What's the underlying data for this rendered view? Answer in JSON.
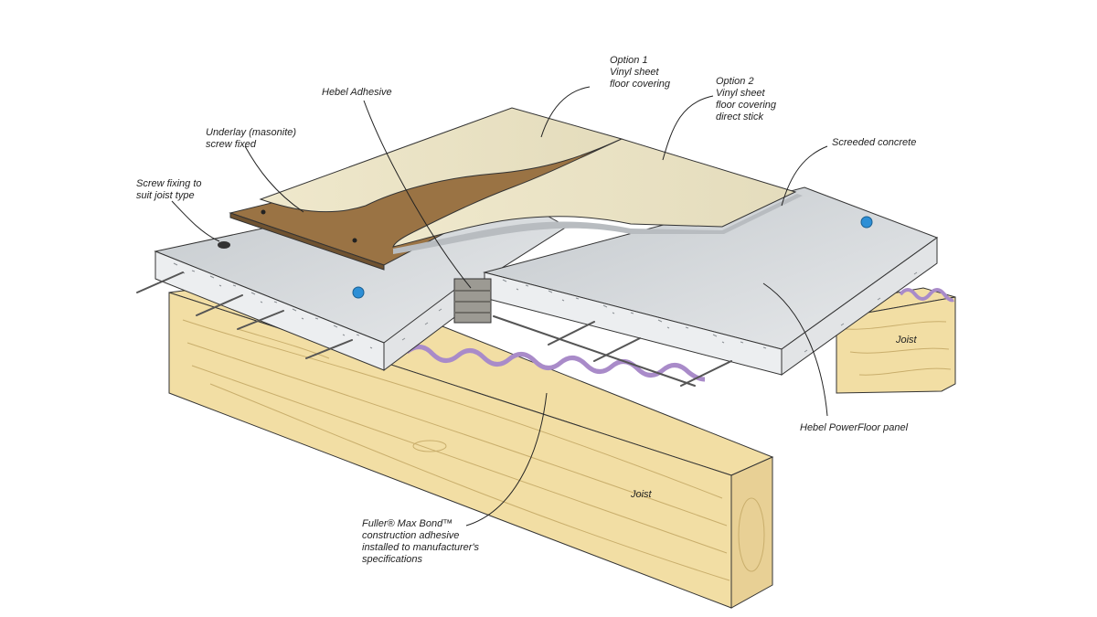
{
  "labels": {
    "option1": {
      "heading": "Option 1",
      "lines": [
        "Vinyl sheet",
        "floor covering"
      ]
    },
    "option2": {
      "heading": "Option 2",
      "lines": [
        "Vinyl sheet",
        "floor covering",
        "direct stick"
      ]
    },
    "habel_adhesive": "Hebel Adhesive",
    "underlay": [
      "Underlay (masonite)",
      "screw fixed"
    ],
    "screw_fixing": [
      "Screw fixing to",
      "suit joist type"
    ],
    "screeded_concrete": "Screeded concrete",
    "joist_right": "Joist",
    "joist_front": "Joist",
    "powerfloor_panel": "Hebel PowerFloor panel",
    "fuller": [
      "Fuller® Max Bond™",
      "construction adhesive",
      "installed to manufacturer's",
      "specifications"
    ]
  },
  "colors": {
    "timber": "#f2dea4",
    "timber_grain": "#c9ae6c",
    "panel_top": "#d8dcdf",
    "panel_edge": "#eceef0",
    "underlay": "#9a7344",
    "vinyl": "#ece5c6",
    "adhesive_bead": "#a98bc9",
    "fixing_dot": "#2d8fd6",
    "outline": "#333333"
  }
}
